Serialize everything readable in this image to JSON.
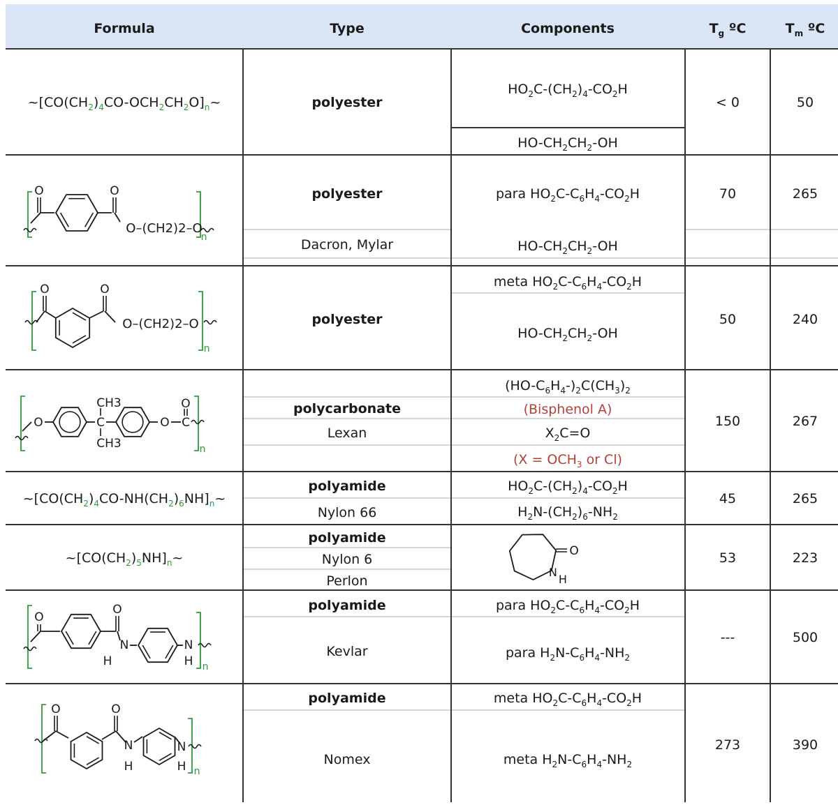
{
  "header": {
    "formula": "Formula",
    "type": "Type",
    "components": "Components",
    "tg_label": "T",
    "tg_sub": "g",
    "tg_unit": " ºC",
    "tm_label": "T",
    "tm_sub": "m",
    "tm_unit": " ºC"
  },
  "rows": [
    {
      "formula_text": [
        "~[CO(CH",
        "2",
        ")",
        "4",
        "CO-OCH",
        "2",
        "CH",
        "2",
        "O]",
        "n",
        "~"
      ],
      "type": [
        "polyester"
      ],
      "components": [
        [
          "HO",
          "2",
          "C-(CH",
          "2",
          ")",
          "4",
          "-CO",
          "2",
          "H"
        ],
        [
          "HO-CH",
          "2",
          "CH",
          "2",
          "-OH"
        ]
      ],
      "tg": "< 0",
      "tm": "50"
    },
    {
      "formula_text": [
        "O–(CH2)2–O"
      ],
      "type": [
        "polyester",
        "Dacron, Mylar"
      ],
      "components": [
        [
          "para HO",
          "2",
          "C-C",
          "6",
          "H",
          "4",
          "-CO",
          "2",
          "H"
        ],
        [
          "HO-CH",
          "2",
          "CH",
          "2",
          "-OH"
        ]
      ],
      "tg": "70",
      "tm": "265"
    },
    {
      "formula_text": [
        "O–(CH2)2–O"
      ],
      "type": [
        "polyester"
      ],
      "components": [
        [
          "meta HO",
          "2",
          "C-C",
          "6",
          "H",
          "4",
          "-CO",
          "2",
          "H"
        ],
        [
          "HO-CH",
          "2",
          "CH",
          "2",
          "-OH"
        ]
      ],
      "tg": "50",
      "tm": "240"
    },
    {
      "formula_text": [
        "CH3",
        "CH3",
        "O",
        "O"
      ],
      "type": [
        "polycarbonate",
        "Lexan"
      ],
      "components": [
        [
          "(HO-C",
          "6",
          "H",
          "4",
          "-)",
          "2",
          "C(CH",
          "3",
          ")",
          "2"
        ],
        [
          "(Bisphenol A)"
        ],
        [
          "X",
          "2",
          "C=O"
        ],
        [
          "(X = OCH",
          "3",
          " or Cl)"
        ]
      ],
      "tg": "150",
      "tm": "267"
    },
    {
      "formula_text": [
        "~[CO(CH",
        "2",
        ")",
        "4",
        "CO-NH(CH",
        "2",
        ")",
        "6",
        "NH]",
        "n",
        "~"
      ],
      "type": [
        "polyamide",
        "Nylon 66"
      ],
      "components": [
        [
          "HO",
          "2",
          "C-(CH",
          "2",
          ")",
          "4",
          "-CO",
          "2",
          "H"
        ],
        [
          "H",
          "2",
          "N-(CH",
          "2",
          ")",
          "6",
          "-NH",
          "2"
        ]
      ],
      "tg": "45",
      "tm": "265"
    },
    {
      "formula_text": [
        "~[CO(CH",
        "2",
        ")",
        "5",
        "NH]",
        "n",
        "~"
      ],
      "type": [
        "polyamide",
        "Nylon 6",
        "Perlon"
      ],
      "components": [
        [
          "N",
          "H",
          "O"
        ]
      ],
      "tg": "53",
      "tm": "223"
    },
    {
      "formula_text": [
        "N",
        "H",
        "N",
        "H"
      ],
      "type": [
        "polyamide",
        "Kevlar"
      ],
      "components": [
        [
          "para HO",
          "2",
          "C-C",
          "6",
          "H",
          "4",
          "-CO",
          "2",
          "H"
        ],
        [
          "para H",
          "2",
          "N-C",
          "6",
          "H",
          "4",
          "-NH",
          "2"
        ]
      ],
      "tg": "---",
      "tm": "500"
    },
    {
      "formula_text": [
        "N",
        "H",
        "N",
        "H"
      ],
      "type": [
        "polyamide",
        "Nomex"
      ],
      "components": [
        [
          "meta HO",
          "2",
          "C-C",
          "6",
          "H",
          "4",
          "-CO",
          "2",
          "H"
        ],
        [
          "meta H",
          "2",
          "N-C",
          "6",
          "H",
          "4",
          "-NH",
          "2"
        ]
      ],
      "tg": "273",
      "tm": "390"
    }
  ],
  "sub_n": "n",
  "colors": {
    "header_bg": "#dae6f5",
    "bracket": "#2e9b3a",
    "red_note": "#b5403a",
    "grid": "#333333",
    "thin": "#c8c8c8"
  }
}
